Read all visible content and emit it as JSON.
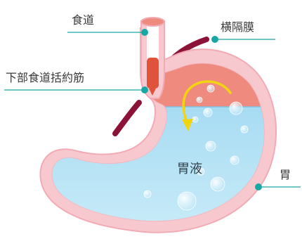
{
  "labels": {
    "esophagus": "食道",
    "diaphragm": "横隔膜",
    "les": "下部食道括約筋",
    "gastric_juice": "胃液",
    "stomach": "胃"
  },
  "colors": {
    "stomach_wall": "#f7c9cf",
    "stomach_outline": "#f2aab4",
    "gastric_juice": "#8fd0ec",
    "acid_reflux": "#ef8a7e",
    "diaphragm": "#8c1238",
    "sphincter": "#e0533b",
    "arrow": "#f2d410",
    "leader_dot": "#17a7a7"
  },
  "icons": {
    "reflux_arrow": "curved-arrow-icon"
  }
}
